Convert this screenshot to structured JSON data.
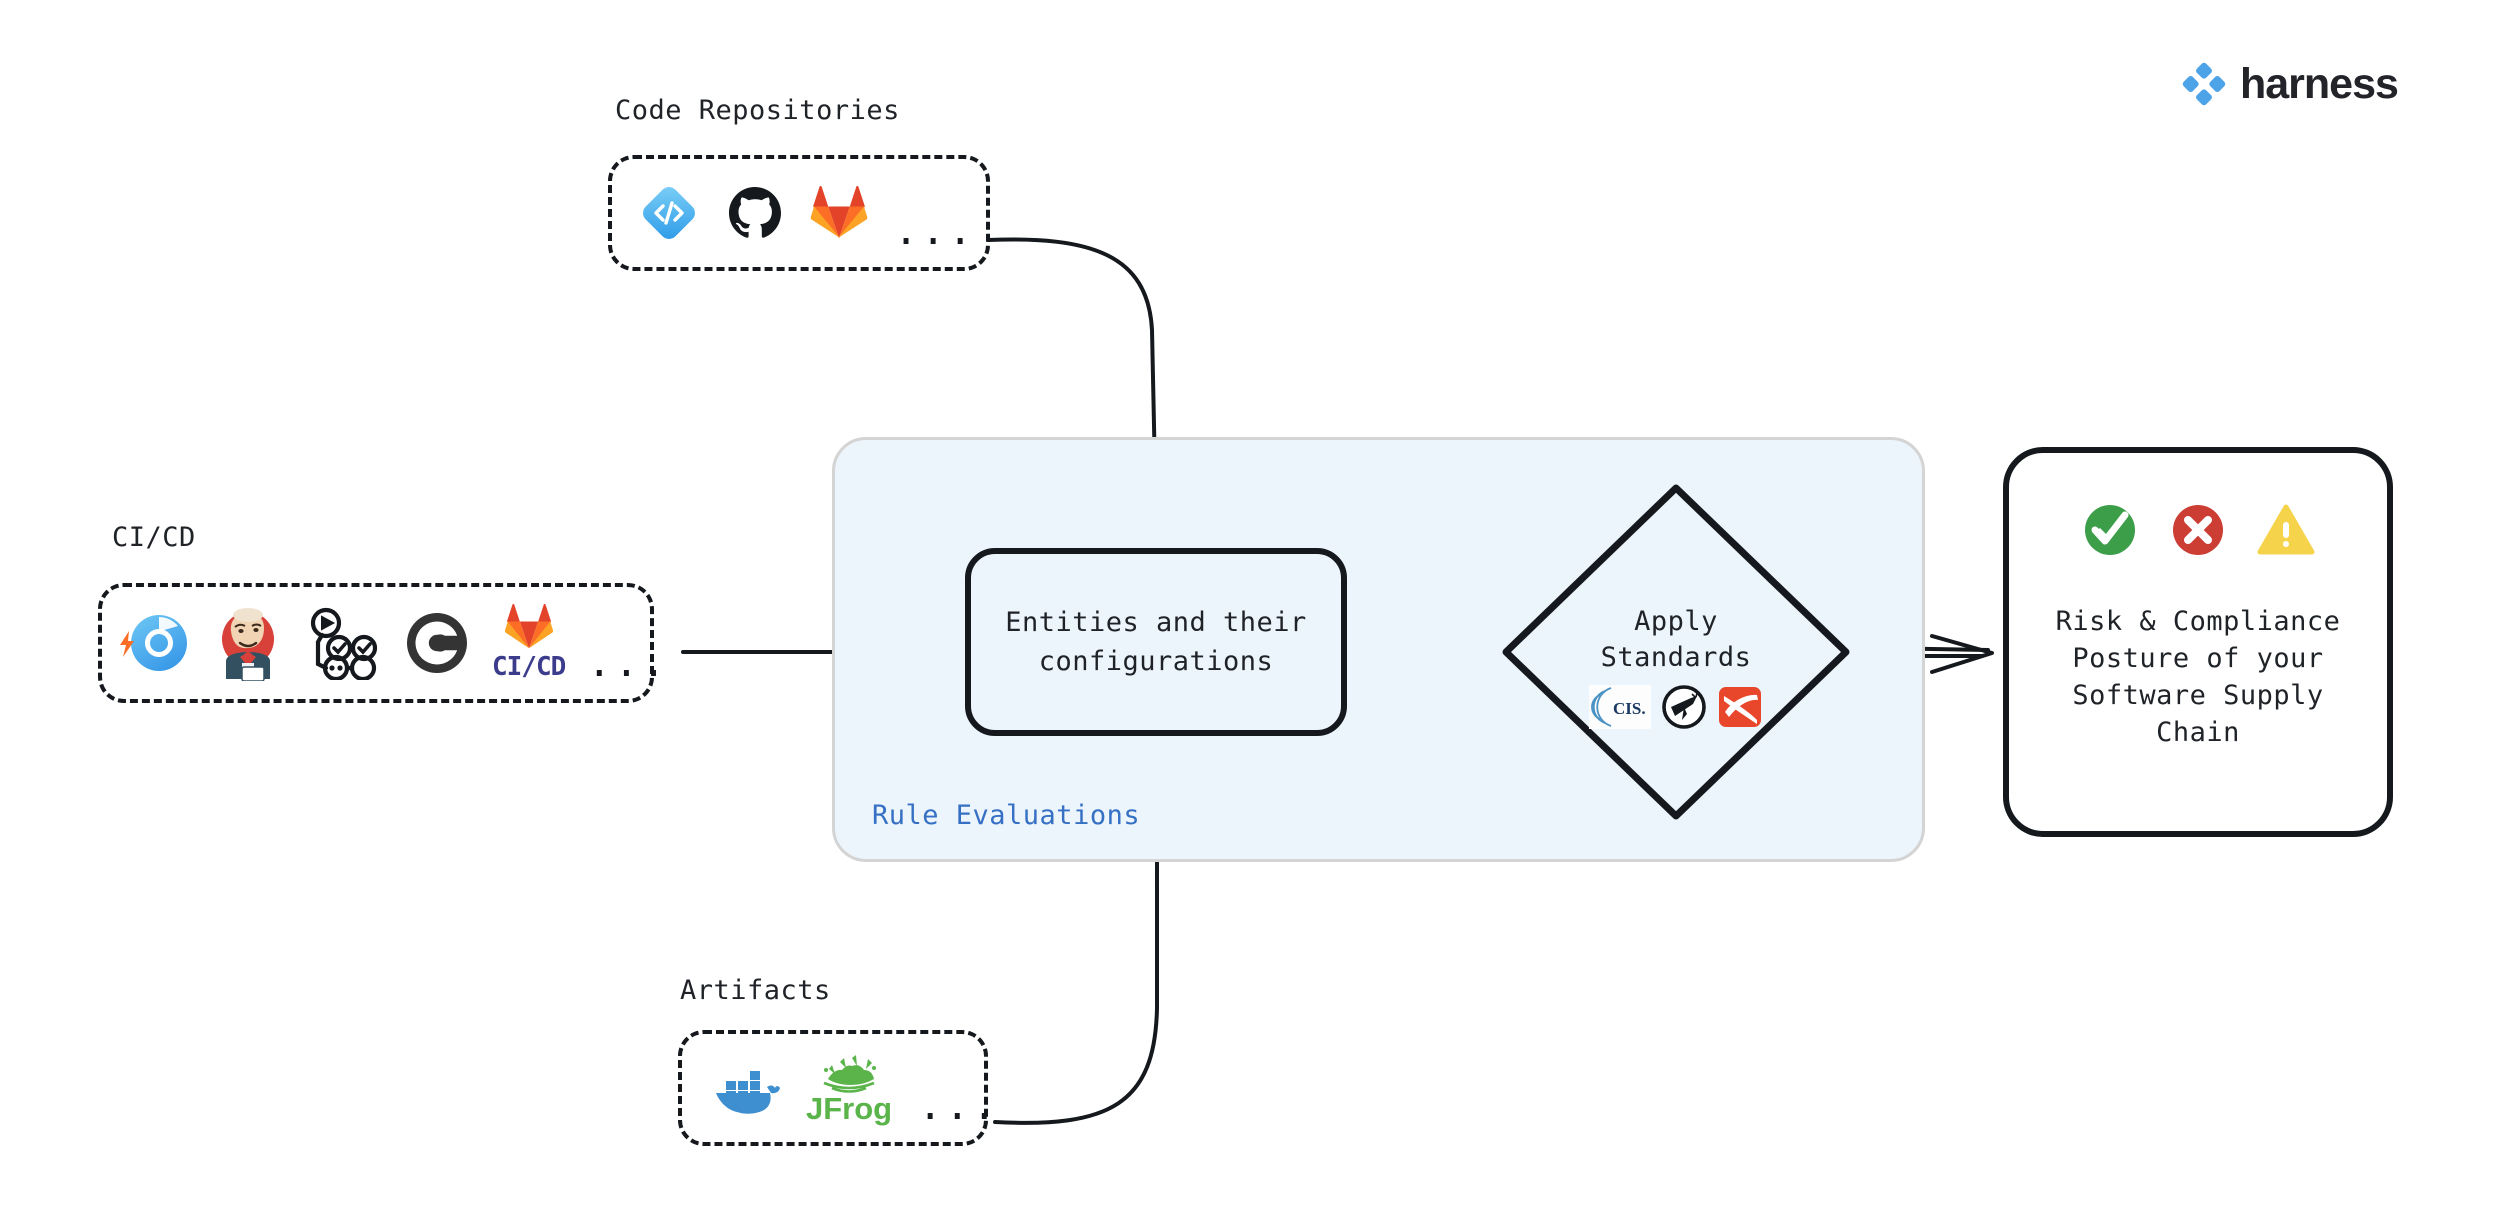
{
  "brand": {
    "logo_name": "harness-logo",
    "wordmark": "harness",
    "accent_color": "#4da3e8",
    "wordmark_color": "#23242a"
  },
  "colors": {
    "panel_fill": "#ecf4fc",
    "panel_border": "#d4d4d4",
    "panel_label": "#3570c4",
    "node_stroke": "#15181c",
    "text": "#1f2328",
    "status_pass": "#3d9e4a",
    "status_fail": "#cc3d33",
    "status_warn": "#f5d44c"
  },
  "sources": [
    {
      "id": "code-repositories",
      "caption": "Code Repositories",
      "ellipsis": "...",
      "tools": [
        {
          "name": "harness-code-icon",
          "label": "Harness Code"
        },
        {
          "name": "github-icon",
          "label": "GitHub"
        },
        {
          "name": "gitlab-icon",
          "label": "GitLab"
        }
      ]
    },
    {
      "id": "ci-cd",
      "caption": "CI/CD",
      "ellipsis": "...",
      "tools": [
        {
          "name": "harness-icon",
          "label": "Harness"
        },
        {
          "name": "jenkins-icon",
          "label": "Jenkins"
        },
        {
          "name": "github-actions-icon",
          "label": "GitHub Actions"
        },
        {
          "name": "circleci-icon",
          "label": "CircleCI"
        },
        {
          "name": "gitlab-cicd-icon",
          "label": "GitLab CI/CD",
          "text": "CI/CD"
        }
      ]
    },
    {
      "id": "artifacts",
      "caption": "Artifacts",
      "ellipsis": "...",
      "tools": [
        {
          "name": "docker-icon",
          "label": "Docker"
        },
        {
          "name": "jfrog-icon",
          "label": "JFrog",
          "text": "JFrog"
        }
      ]
    }
  ],
  "panel": {
    "label": "Rule Evaluations"
  },
  "entities_node": {
    "text": "Entities and their\nconfigurations"
  },
  "standards_node": {
    "text": "Apply\nStandards",
    "logos": [
      {
        "name": "cis-icon",
        "label": "CIS",
        "text": "CIS."
      },
      {
        "name": "openssf-icon",
        "label": "OpenSSF"
      },
      {
        "name": "slsa-icon",
        "label": "SLSA"
      }
    ]
  },
  "output_node": {
    "text": "Risk & Compliance\nPosture of your\nSoftware Supply\nChain",
    "status_icons": [
      {
        "name": "check-circle-icon",
        "label": "Pass",
        "color": "#3d9e4a"
      },
      {
        "name": "x-circle-icon",
        "label": "Fail",
        "color": "#cc3d33"
      },
      {
        "name": "warning-triangle-icon",
        "label": "Warning",
        "color": "#f5d44c"
      }
    ]
  },
  "connectors": [
    {
      "name": "arrow-code-repos-to-entities",
      "style": "curved-single"
    },
    {
      "name": "arrow-cicd-to-entities",
      "style": "straight-single"
    },
    {
      "name": "arrow-artifacts-to-entities",
      "style": "curved-single"
    },
    {
      "name": "arrow-entities-to-standards",
      "style": "straight-double"
    },
    {
      "name": "arrow-standards-to-output",
      "style": "straight-double"
    }
  ]
}
